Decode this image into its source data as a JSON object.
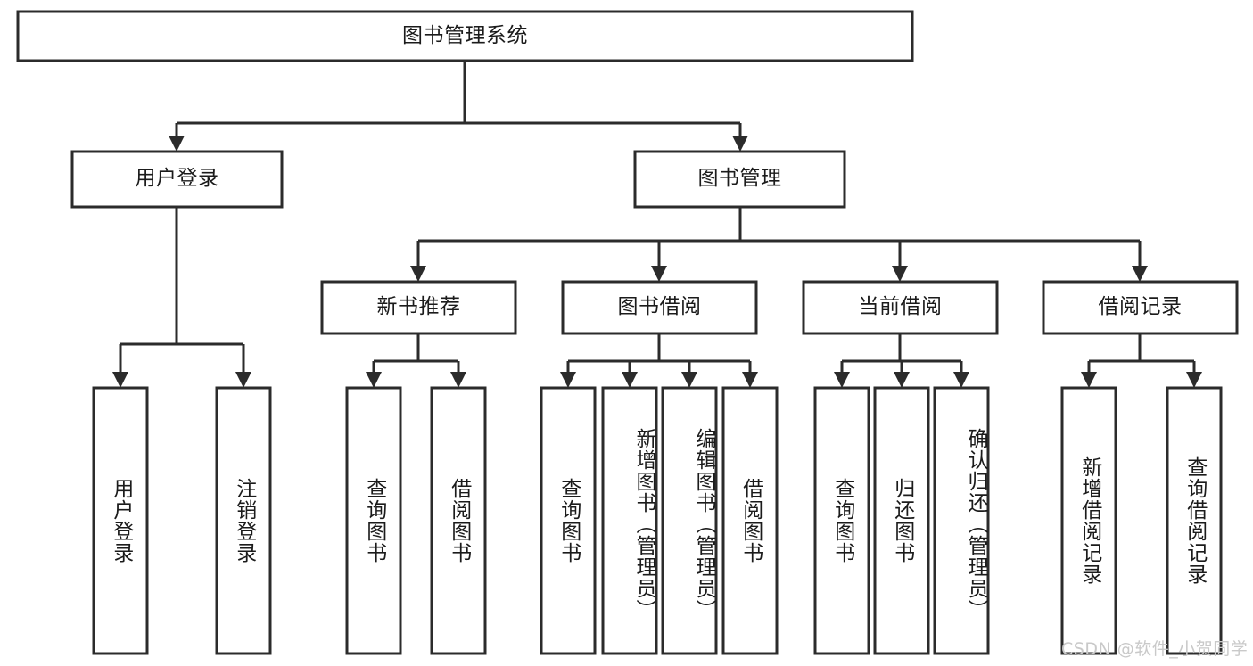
{
  "diagram": {
    "title": "图书管理系统",
    "type": "tree",
    "orientation": "top-down",
    "stroke_color": "#2b2b2b",
    "box_fill": "#ffffff",
    "background": "#ffffff",
    "text_color": "#1b1b1b"
  },
  "nodes": {
    "root": {
      "label": "图书管理系统"
    },
    "level1": [
      {
        "label": "用户登录"
      },
      {
        "label": "图书管理"
      }
    ],
    "level2": [
      {
        "label": "新书推荐"
      },
      {
        "label": "图书借阅"
      },
      {
        "label": "当前借阅"
      },
      {
        "label": "借阅记录"
      }
    ],
    "leaves": {
      "user_login": [
        {
          "label": "用户登录"
        },
        {
          "label": "注销登录"
        }
      ],
      "new_book_recommend": [
        {
          "label": "查询图书"
        },
        {
          "label": "借阅图书"
        }
      ],
      "book_borrow": [
        {
          "label": "查询图书"
        },
        {
          "label": "新增图书（管理员）"
        },
        {
          "label": "编辑图书（管理员）"
        },
        {
          "label": "借阅图书"
        }
      ],
      "current_borrow": [
        {
          "label": "查询图书"
        },
        {
          "label": "归还图书"
        },
        {
          "label": "确认归还（管理员）"
        }
      ],
      "borrow_record": [
        {
          "label": "新增借阅记录"
        },
        {
          "label": "查询借阅记录"
        }
      ]
    }
  },
  "watermark": {
    "text": "CSDN @软件_小贺同学"
  }
}
